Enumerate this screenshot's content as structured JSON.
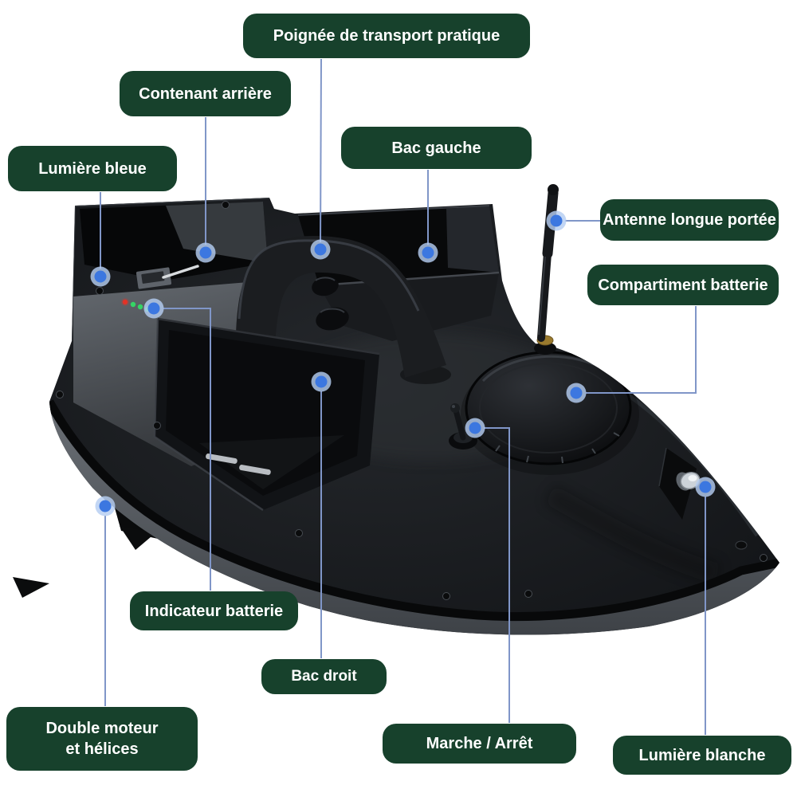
{
  "figure": {
    "callouts": {
      "poignee": "Poignée de transport pratique",
      "contenant_arriere": "Contenant arrière",
      "lumiere_bleue": "Lumière bleue",
      "bac_gauche": "Bac gauche",
      "antenne": "Antenne longue portée",
      "compartiment_batterie": "Compartiment batterie",
      "indicateur_batterie": "Indicateur batterie",
      "bac_droit": "Bac droit",
      "double_moteur": "Double moteur et hélices",
      "marche_arret": "Marche / Arrêt",
      "lumiere_blanche": "Lumière blanche"
    },
    "colors": {
      "label_background": "#17412c",
      "label_text": "#ffffff",
      "leader_line": "#8096c8",
      "dot_core": "#3c77e0",
      "dot_halo": "#b5cdf2",
      "background": "#ffffff"
    }
  }
}
